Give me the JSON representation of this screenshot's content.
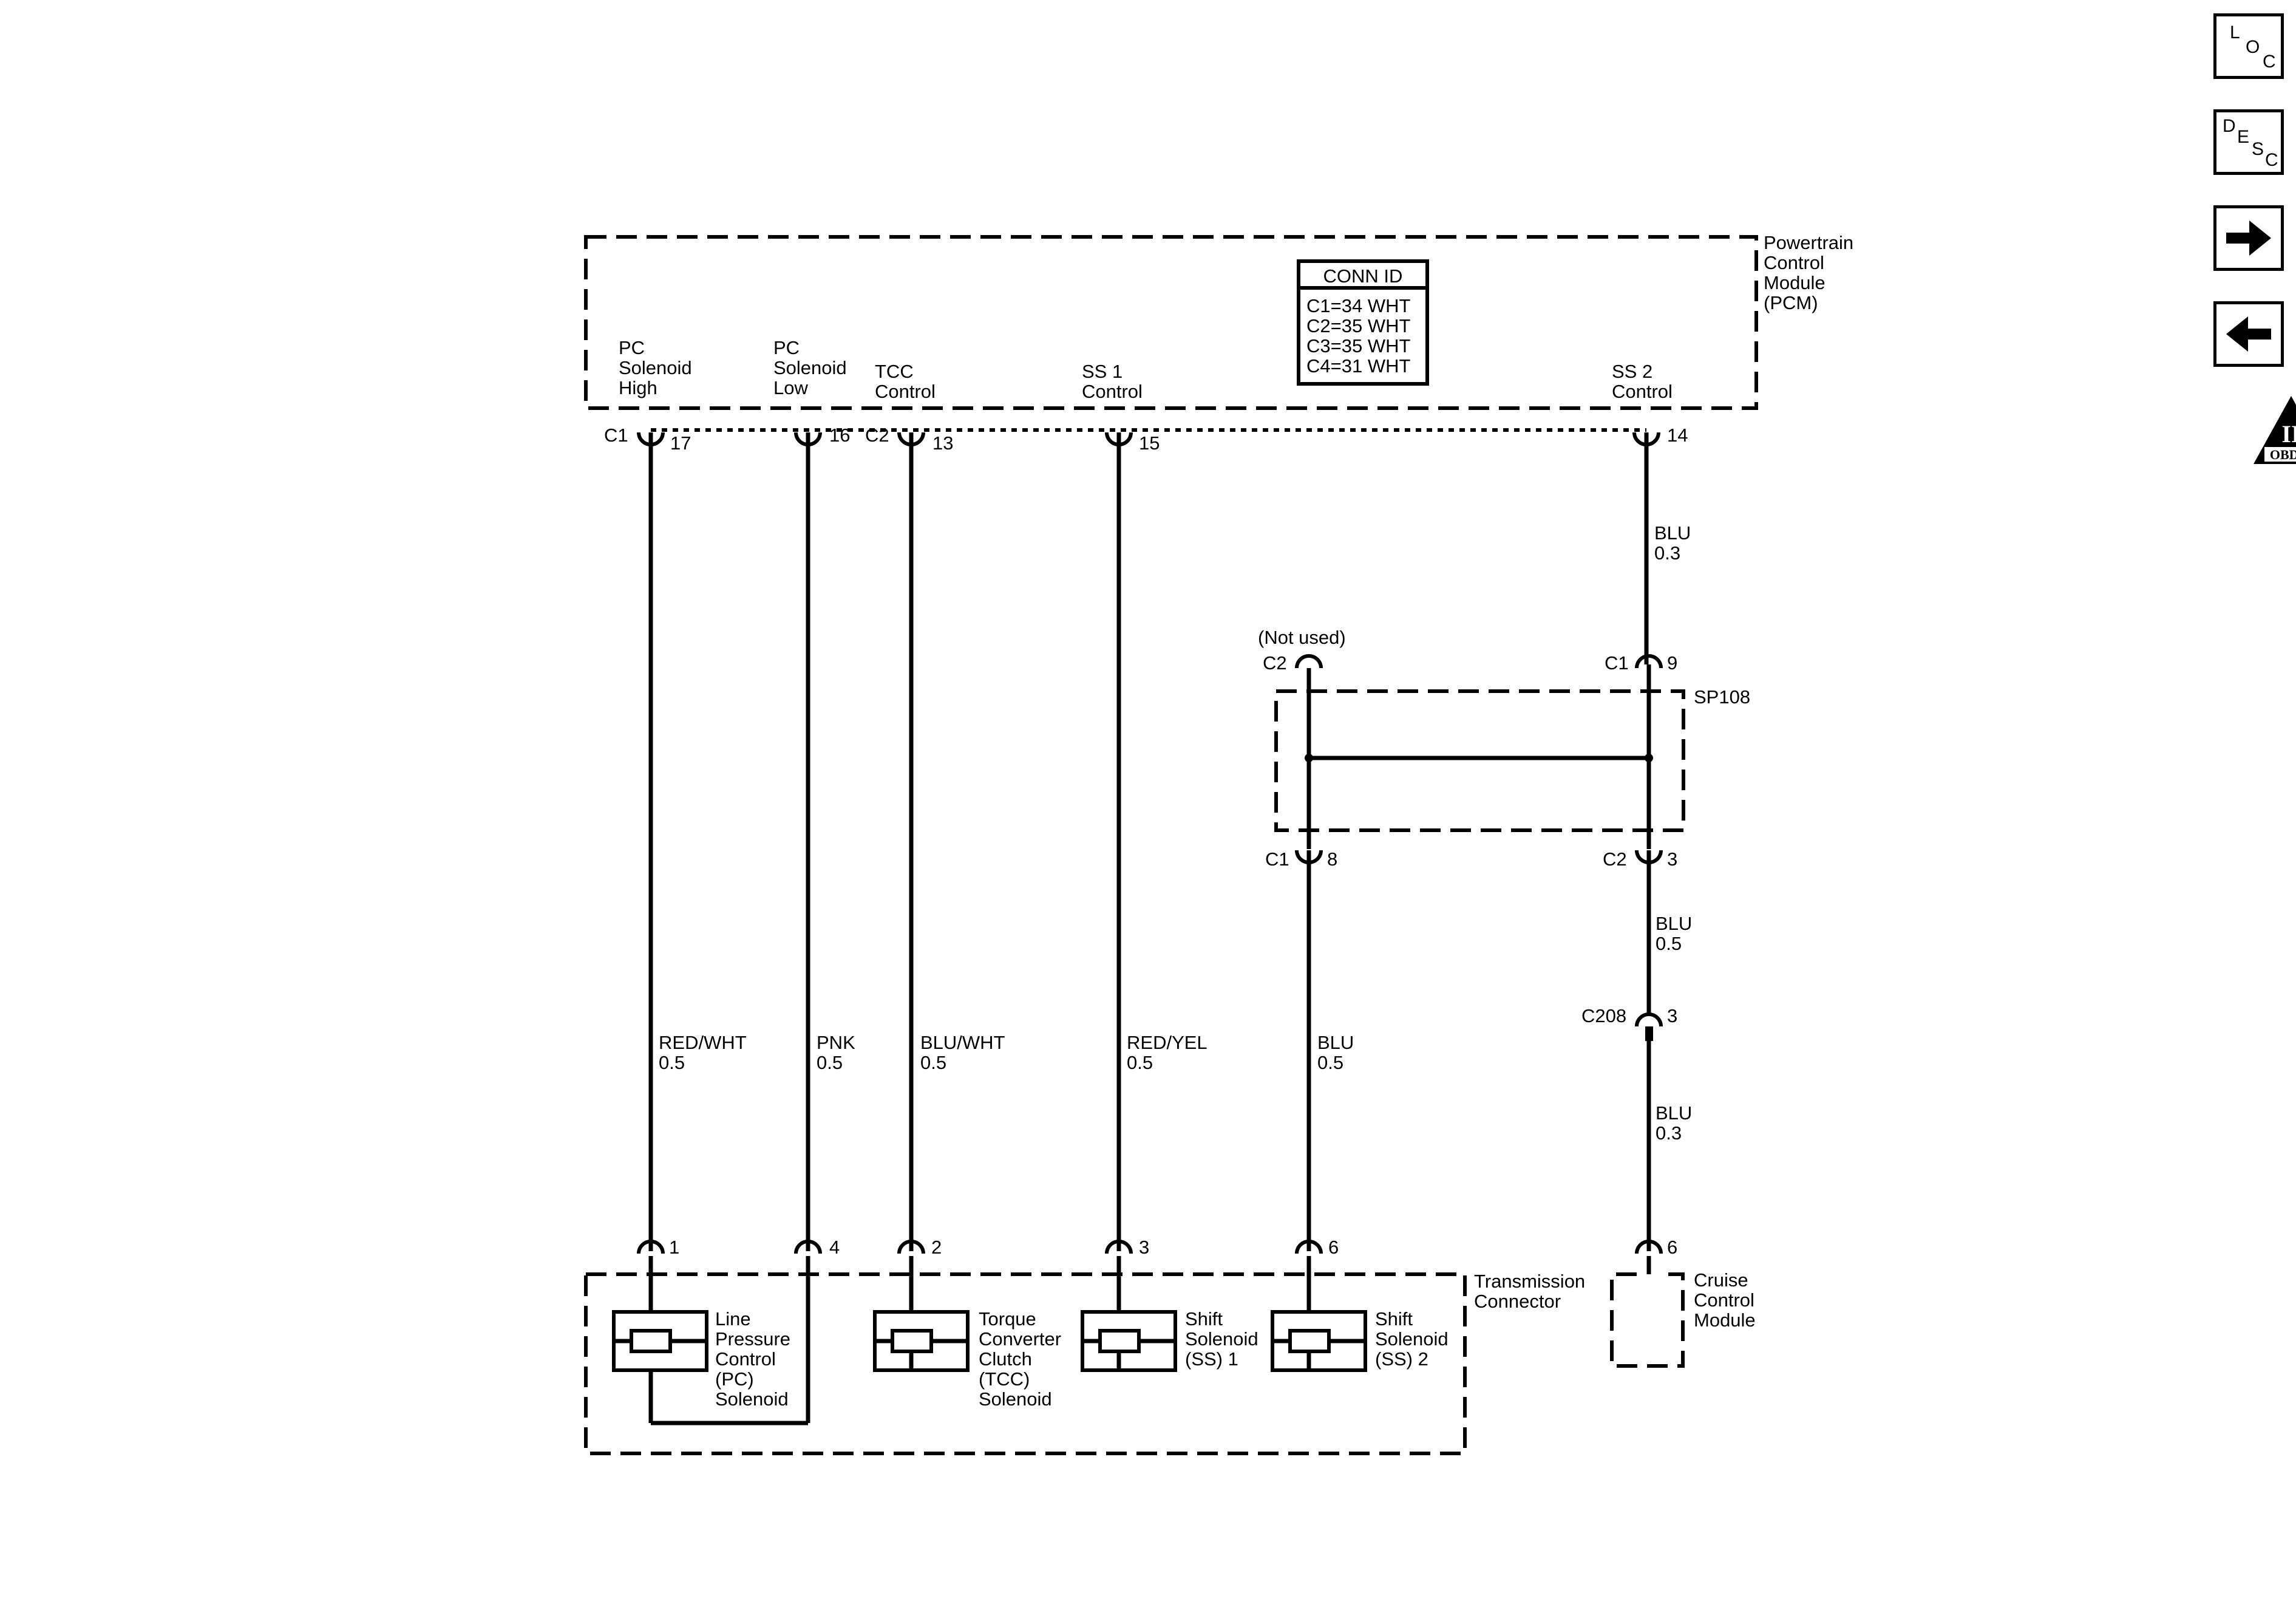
{
  "nav": {
    "loc": [
      "L",
      "O",
      "C"
    ],
    "desc": [
      "D",
      "E",
      "S",
      "C"
    ],
    "forward_icon": "arrow-right",
    "back_icon": "arrow-left",
    "obd": {
      "numeral": "II",
      "label": "OBD II"
    }
  },
  "pcm": {
    "title": [
      "Powertrain",
      "Control",
      "Module",
      "(PCM)"
    ],
    "conn_id": {
      "header": "CONN ID",
      "rows": [
        "C1=34 WHT",
        "C2=35 WHT",
        "C3=35 WHT",
        "C4=31 WHT"
      ]
    },
    "signals": [
      {
        "lines": [
          "PC",
          "Solenoid",
          "High"
        ],
        "conn": "C1",
        "pin": "17"
      },
      {
        "lines": [
          "PC",
          "Solenoid",
          "Low"
        ],
        "conn": "",
        "pin": "16"
      },
      {
        "lines": [
          "TCC",
          "Control"
        ],
        "conn": "C2",
        "pin": "13"
      },
      {
        "lines": [
          "SS 1",
          "Control"
        ],
        "conn": "",
        "pin": "15"
      },
      {
        "lines": [
          "SS 2",
          "Control"
        ],
        "conn": "",
        "pin": "14"
      }
    ]
  },
  "wires": [
    {
      "color": "RED/WHT",
      "gauge": "0.5"
    },
    {
      "color": "PNK",
      "gauge": "0.5"
    },
    {
      "color": "BLU/WHT",
      "gauge": "0.5"
    },
    {
      "color": "RED/YEL",
      "gauge": "0.5"
    },
    {
      "color": "BLU",
      "gauge": "0.5"
    },
    {
      "color": "BLU",
      "gauge": "0.3"
    },
    {
      "color": "BLU",
      "gauge": "0.5"
    },
    {
      "color": "BLU",
      "gauge": "0.3"
    }
  ],
  "splice": {
    "name": "SP108",
    "not_used": "(Not used)",
    "top_left": {
      "conn": "C2"
    },
    "top_right": {
      "conn": "C1",
      "pin": "9"
    },
    "bottom_left": {
      "conn": "C1",
      "pin": "8"
    },
    "bottom_right": {
      "conn": "C2",
      "pin": "3"
    }
  },
  "inline_connector": {
    "name": "C208",
    "pin": "3"
  },
  "transmission": {
    "title": [
      "Transmission",
      "Connector"
    ],
    "pins": [
      "1",
      "4",
      "2",
      "3",
      "6"
    ],
    "components": [
      {
        "lines": [
          "Line",
          "Pressure",
          "Control",
          "(PC)",
          "Solenoid"
        ]
      },
      {
        "lines": [
          "Torque",
          "Converter",
          "Clutch",
          "(TCC)",
          "Solenoid"
        ]
      },
      {
        "lines": [
          "Shift",
          "Solenoid",
          "(SS) 1"
        ]
      },
      {
        "lines": [
          "Shift",
          "Solenoid",
          "(SS) 2"
        ]
      }
    ]
  },
  "cruise": {
    "pin": "6",
    "title": [
      "Cruise",
      "Control",
      "Module"
    ]
  }
}
